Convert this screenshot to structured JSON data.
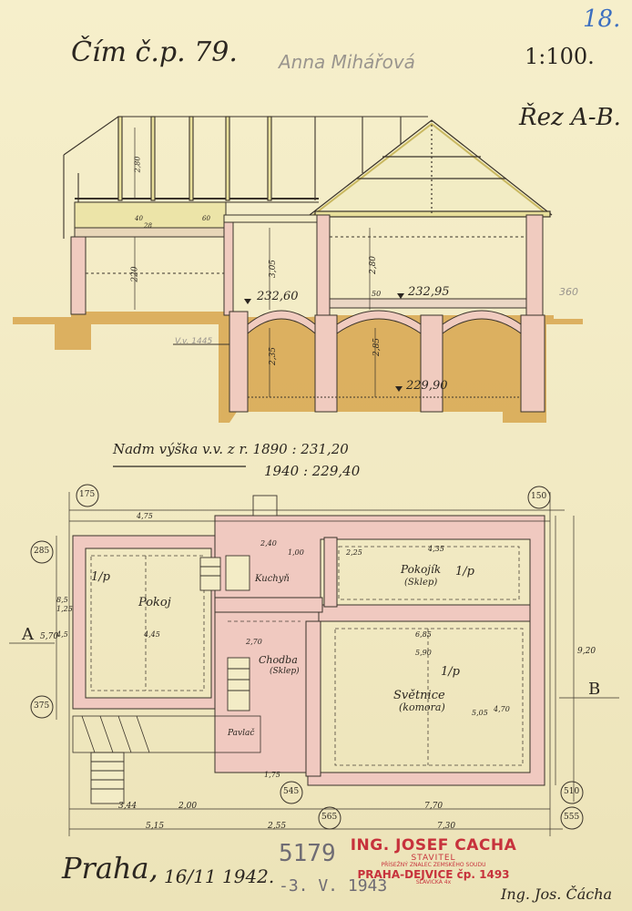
{
  "header": {
    "title": "Čím č.p. 79.",
    "owner": "Anna Mihářová",
    "scale": "1:100.",
    "sheet_no": "18.",
    "section_label": "Řez A-B."
  },
  "section": {
    "levels": [
      "232,60",
      "232,95",
      "229,90"
    ],
    "dims": [
      "2,80",
      "220",
      "3,05",
      "2,80",
      "2,35",
      "2,85",
      "360",
      "40",
      "28",
      "50",
      "60",
      "V.v. 1445"
    ]
  },
  "water": {
    "line1": "Nadm výška v.v. z r. 1890 : 231,20",
    "line2": "1940 : 229,40"
  },
  "plan": {
    "rooms": {
      "pokoj": "Pokoj",
      "kuchyn": "Kuchyň",
      "chodba": "Chodba",
      "chodba_sub": "(Sklep)",
      "pokojik": "Pokojík",
      "pokojik_sub": "(Sklep)",
      "svetnice": "Světnice",
      "svetnice_sub": "(komora)",
      "pavlac": "Pavlač"
    },
    "grid_bubbles": [
      "175",
      "150",
      "285",
      "375",
      "545",
      "565",
      "555",
      "510"
    ],
    "cut_a": "A",
    "cut_b": "B",
    "dims_top": [
      "4,75",
      "2,40",
      "1,00",
      "2,25",
      "4,35"
    ],
    "dims_bottom": [
      "3,44",
      "2,00",
      "7,70",
      "5,15",
      "2,55",
      "7,30"
    ],
    "dims_side": [
      "5,70",
      "9,20",
      "8,5",
      "1,25",
      "4,5",
      "6,85",
      "5,90",
      "4,70",
      "5,05",
      "4,45",
      "2,70",
      "1,75"
    ],
    "marks": [
      "1/p",
      "1/p",
      "1/p"
    ]
  },
  "footer": {
    "place": "Praha,",
    "date": "16/11 1942.",
    "number": "5179",
    "received": "-3. V. 1943",
    "signature": "Ing. Jos. Čácha"
  },
  "stamp": {
    "name": "ING. JOSEF CACHA",
    "title": "STAVITEL",
    "subtitle": "PŘÍSEŽNÝ ZNALEC ZEMSKÉHO SOUDU",
    "address": "PRAHA-DEJVICE čp. 1493",
    "street": "SLAVICKÁ 4x"
  },
  "colors": {
    "paper": "#f3ecc6",
    "wall_fill": "#f0c9c0",
    "ground": "#d9a84f",
    "wood": "#e8df9a",
    "stamp_red": "#c7323c",
    "ink": "#2b2620"
  }
}
